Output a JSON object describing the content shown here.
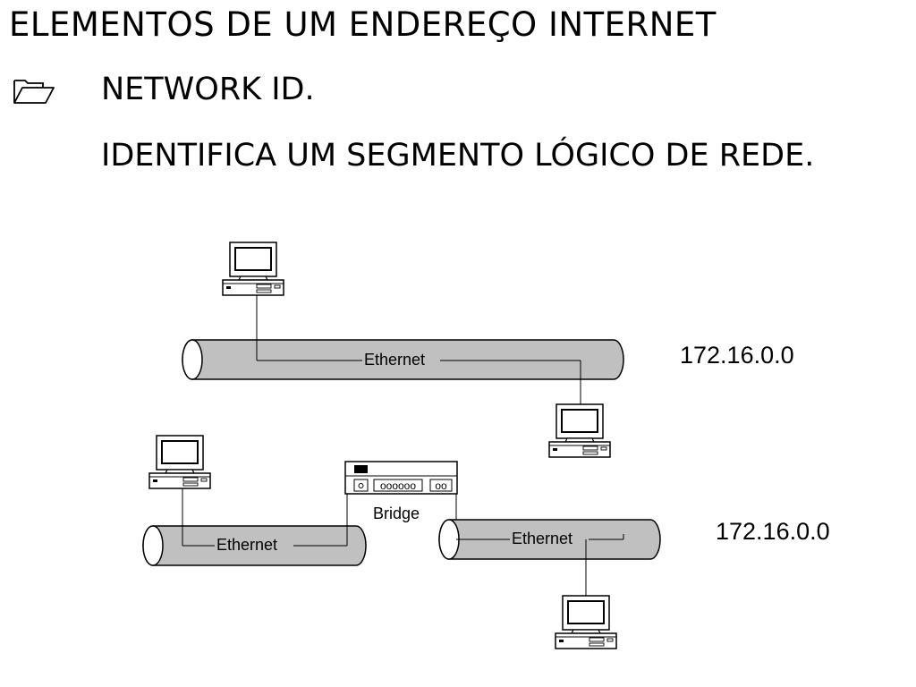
{
  "slide": {
    "title": "ELEMENTOS DE UM ENDEREÇO INTERNET",
    "bullet": "NETWORK ID.",
    "description": "IDENTIFICA UM SEGMENTO LÓGICO DE REDE."
  },
  "diagram": {
    "segments": [
      {
        "label": "Ethernet"
      },
      {
        "label": "Ethernet"
      },
      {
        "label": "Ethernet"
      }
    ],
    "bridge_label": "Bridge",
    "bridge_ports": "oooooo",
    "bridge_port_pair": "oo",
    "network_ids": [
      "172.16.0.0",
      "172.16.0.0"
    ]
  }
}
